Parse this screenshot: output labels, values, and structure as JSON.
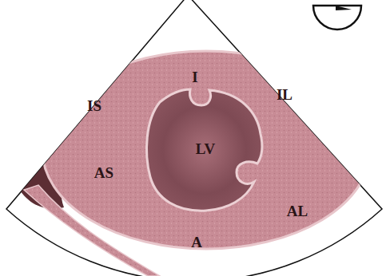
{
  "diagram": {
    "labels": [
      "I",
      "IS",
      "IL",
      "LV",
      "AS",
      "AL",
      "A"
    ]
  }
}
